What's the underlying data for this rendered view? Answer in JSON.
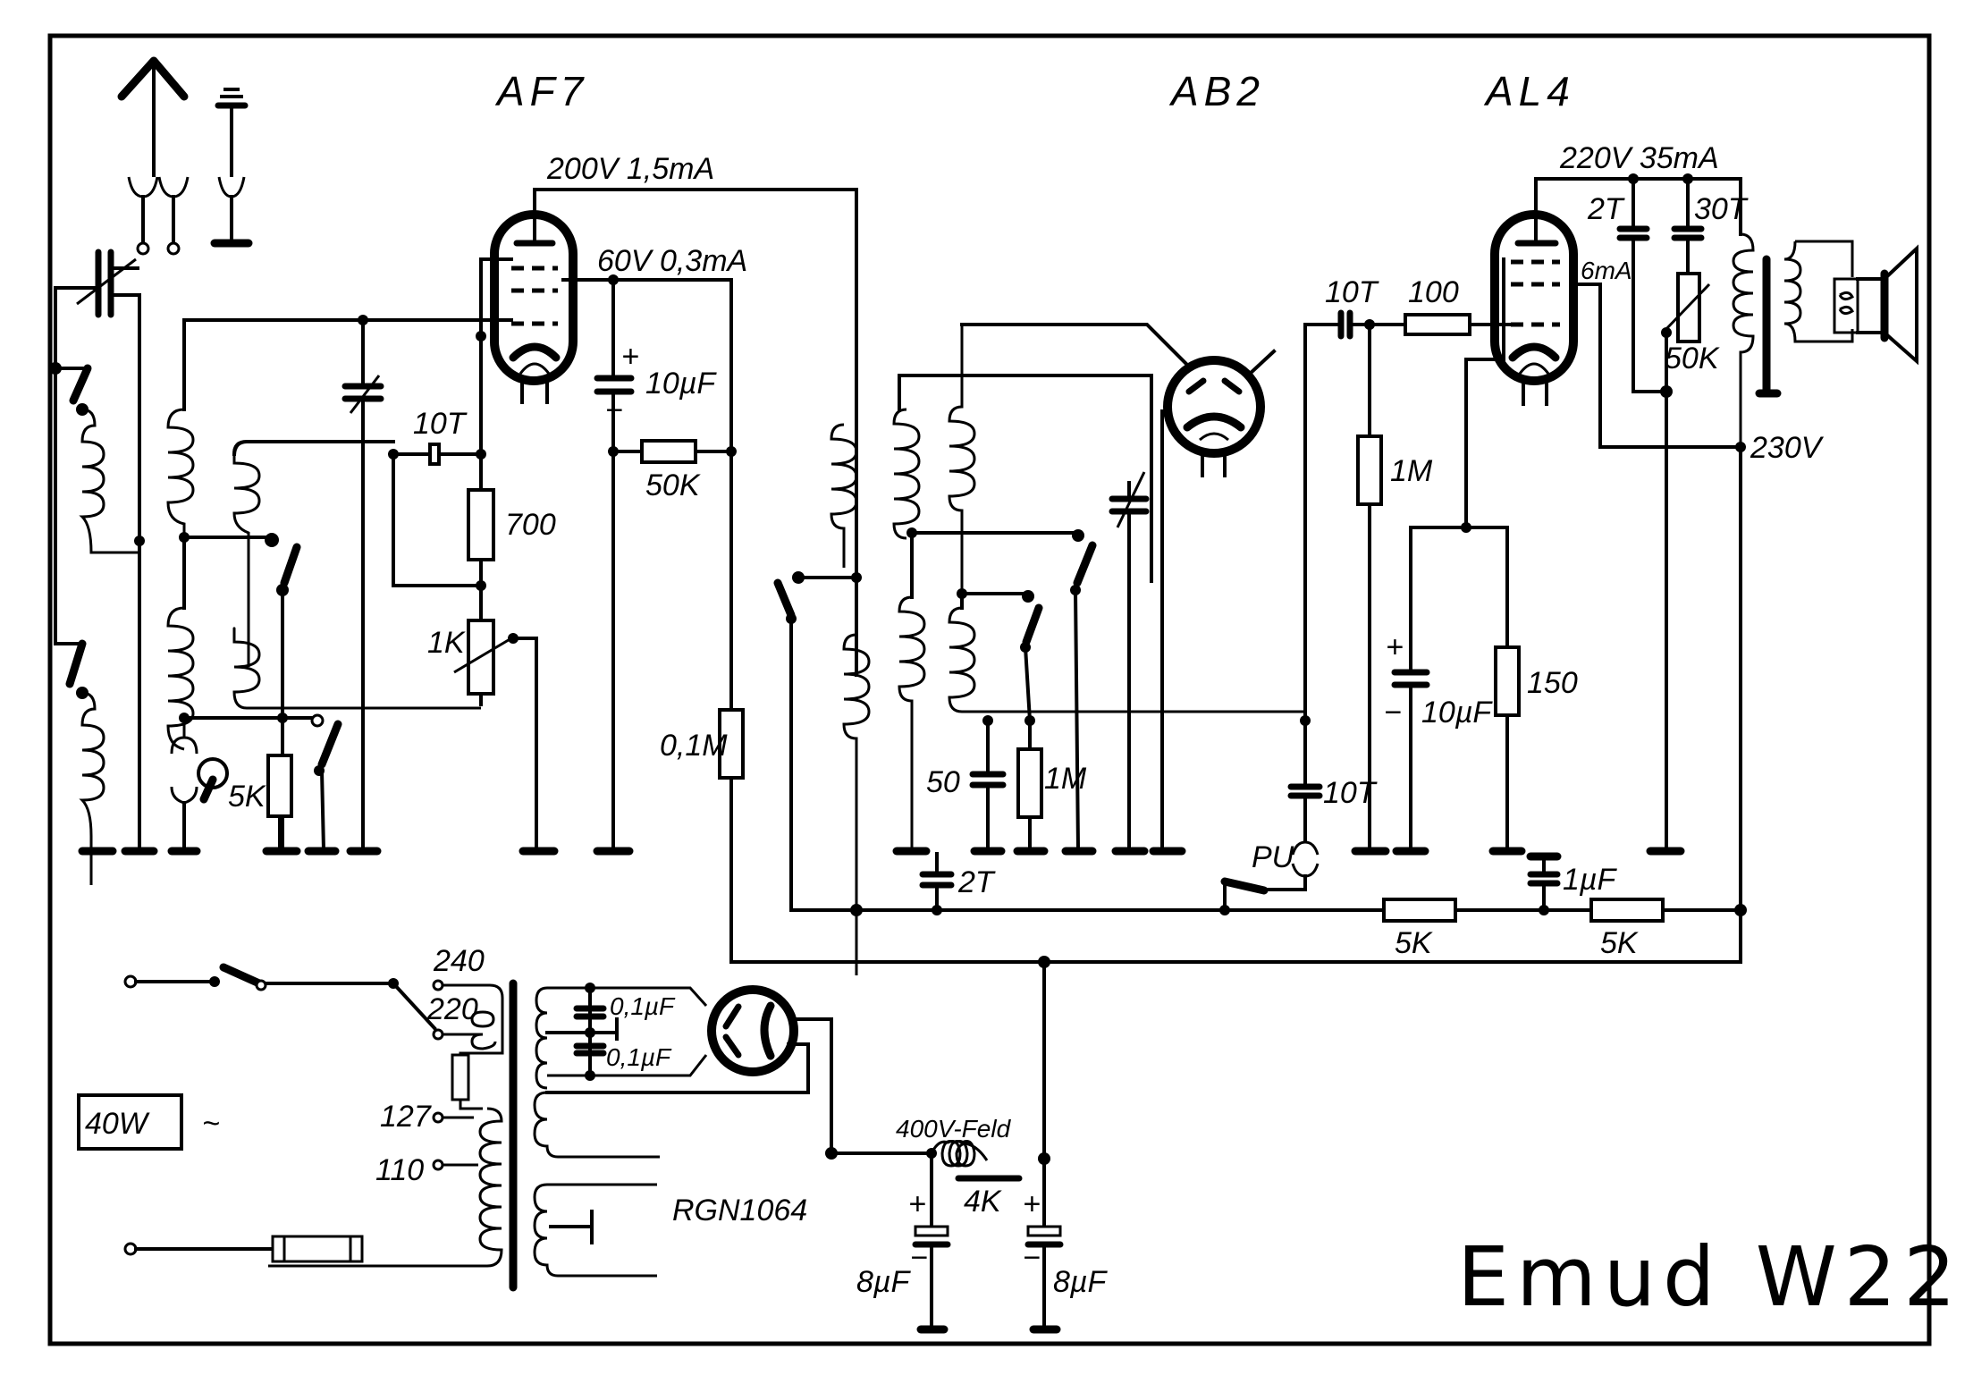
{
  "title": "Emud W22",
  "power_rating": "40W",
  "ac_symbol": "~",
  "tubes": {
    "rf_pentode": "AF7",
    "detector_diode": "AB2",
    "output_pentode": "AL4",
    "rectifier": "RGN1064"
  },
  "operating_points": {
    "af7_anode": "200V 1,5mA",
    "af7_screen": "60V 0,3mA",
    "al4_anode": "220V 35mA",
    "al4_screen": "6mA",
    "supply_tap": "230V",
    "field_supply": "400V-Feld"
  },
  "mains_taps": [
    "240",
    "220",
    "127",
    "110"
  ],
  "components": {
    "c_coupling_af7_grid": "10T",
    "r_700": "700",
    "pot_1k": "1K",
    "r_5k_osc": "5K",
    "c_af7_screen": "10µF",
    "r_af7_screen": "50K",
    "r_0_1m": "0,1M",
    "c_50": "50",
    "r_1m_det": "1M",
    "c_2t_bottom": "2T",
    "c_10t_al4_in": "10T",
    "r_100_grid": "100",
    "r_1m_grid": "1M",
    "c_10t_pu": "10T",
    "pickup": "PU",
    "c_al4_cathode": "10µF",
    "r_150_cathode": "150",
    "c_1uf": "1µF",
    "r_5k_a": "5K",
    "r_5k_b": "5K",
    "c_2t_anode": "2T",
    "c_30t_tone": "30T",
    "pot_50k_tone": "50K",
    "c_rect_1": "0,1µF",
    "c_rect_2": "0,1µF",
    "choke_4k": "4K",
    "c_filter_1": "8µF",
    "c_filter_2": "8µF"
  },
  "electrolytic_marks": {
    "plus": "+",
    "minus": "−"
  }
}
